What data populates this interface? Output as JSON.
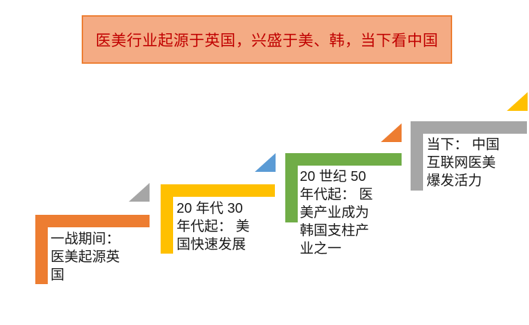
{
  "slide": {
    "background": "#FFFFFF"
  },
  "title": {
    "text": "医美行业起源于英国，兴盛于美、韩，当下看中国",
    "fill": "#F4AB84",
    "border": "#ED7D31",
    "text_color": "#C00000"
  },
  "steps": [
    {
      "id": "uk-origin",
      "color": "#ED7D31",
      "triangle_color": "#A6A6A6",
      "text": "一战期间：医美起源英国",
      "lines": [
        "一战期间：",
        "医美起源英",
        "国"
      ]
    },
    {
      "id": "us-growth",
      "color": "#FFC000",
      "triangle_color": "#5B9BD5",
      "text": "20 年代 30 年代起：美国快速发展",
      "lines": [
        "20 年代 30",
        "年代起： 美",
        "国快速发展"
      ]
    },
    {
      "id": "korea-pillar",
      "color": "#70AD47",
      "triangle_color": "#ED7D31",
      "text": "20 世纪 50 年代起：医美产业成为韩国支柱产业之一",
      "lines": [
        "20 世纪 50",
        "年代起： 医",
        "美产业成为",
        "韩国支柱产",
        "业之一"
      ]
    },
    {
      "id": "china-internet",
      "color": "#A6A6A6",
      "triangle_color": "#FFC000",
      "text": "当下：中国互联网医美爆发活力",
      "lines": [
        "当下： 中国",
        "互联网医美",
        "爆发活力"
      ]
    }
  ]
}
